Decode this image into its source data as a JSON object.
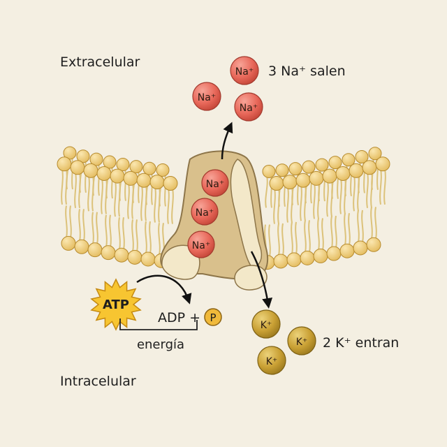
{
  "regions": {
    "outside": "Extracelular",
    "inside": "Intracelular"
  },
  "sodium": {
    "ion_label": "Na⁺",
    "caption": "3 Na⁺ salen",
    "color": "#e8685a"
  },
  "potassium": {
    "ion_label": "K⁺",
    "caption": "2 K⁺ entran",
    "color": "#c9a034"
  },
  "atp": {
    "label": "ATP",
    "products": "ADP +",
    "phosphate": "P",
    "energy": "energía",
    "burst_color": "#f7c531"
  },
  "membrane": {
    "head_color": "#f0cf7c",
    "tail_color": "#dcc27a",
    "pump_color": "#d9c08c",
    "pump_light_color": "#f3e8c9"
  }
}
